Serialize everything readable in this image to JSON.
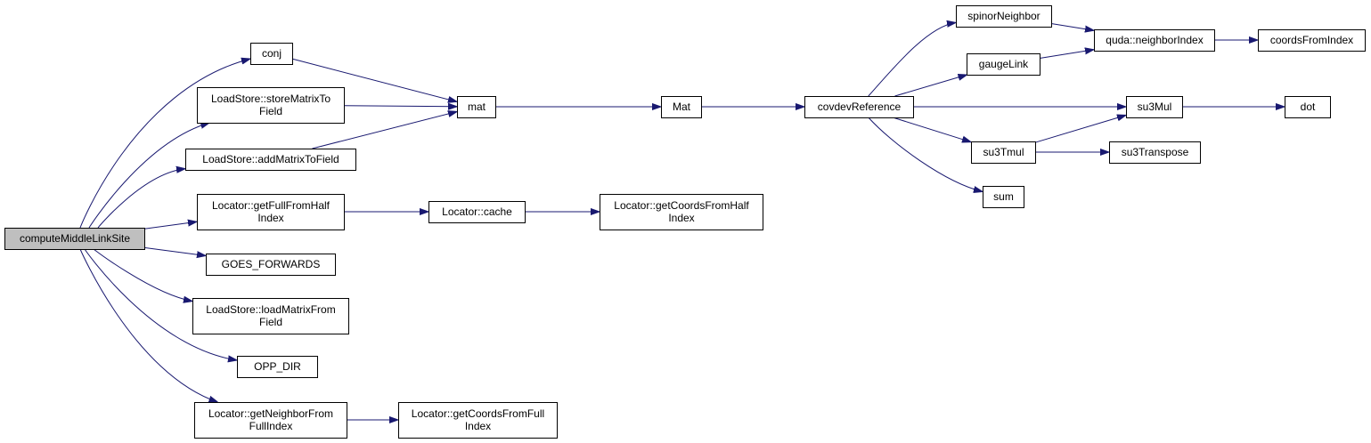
{
  "diagram": {
    "type": "call-graph",
    "colors": {
      "edge": "#191970",
      "root_fill": "#bfbfbf",
      "node_fill": "#ffffff",
      "node_border": "#000000"
    },
    "nodes": [
      {
        "id": "compute",
        "lines": [
          "computeMiddleLinkSite"
        ],
        "root": true
      },
      {
        "id": "conj",
        "lines": [
          "conj"
        ]
      },
      {
        "id": "storeMatrix",
        "lines": [
          "LoadStore::storeMatrixTo",
          "Field"
        ]
      },
      {
        "id": "addMatrix",
        "lines": [
          "LoadStore::addMatrixToField"
        ]
      },
      {
        "id": "getFullFromHalf",
        "lines": [
          "Locator::getFullFromHalf",
          "Index"
        ]
      },
      {
        "id": "goesForwards",
        "lines": [
          "GOES_FORWARDS"
        ]
      },
      {
        "id": "loadMatrix",
        "lines": [
          "LoadStore::loadMatrixFrom",
          "Field"
        ]
      },
      {
        "id": "oppDir",
        "lines": [
          "OPP_DIR"
        ]
      },
      {
        "id": "getNeighbor",
        "lines": [
          "Locator::getNeighborFrom",
          "FullIndex"
        ]
      },
      {
        "id": "mat",
        "lines": [
          "mat"
        ]
      },
      {
        "id": "cache",
        "lines": [
          "Locator::cache"
        ]
      },
      {
        "id": "coordsHalf",
        "lines": [
          "Locator::getCoordsFromHalf",
          "Index"
        ]
      },
      {
        "id": "coordsFull",
        "lines": [
          "Locator::getCoordsFromFull",
          "Index"
        ]
      },
      {
        "id": "Mat",
        "lines": [
          "Mat"
        ]
      },
      {
        "id": "covdev",
        "lines": [
          "covdevReference"
        ]
      },
      {
        "id": "spinorNeighbor",
        "lines": [
          "spinorNeighbor"
        ]
      },
      {
        "id": "gaugeLink",
        "lines": [
          "gaugeLink"
        ]
      },
      {
        "id": "su3Tmul",
        "lines": [
          "su3Tmul"
        ]
      },
      {
        "id": "sum",
        "lines": [
          "sum"
        ]
      },
      {
        "id": "neighborIndex",
        "lines": [
          "quda::neighborIndex"
        ]
      },
      {
        "id": "su3Mul",
        "lines": [
          "su3Mul"
        ]
      },
      {
        "id": "su3Transpose",
        "lines": [
          "su3Transpose"
        ]
      },
      {
        "id": "coordsFromIndex",
        "lines": [
          "coordsFromIndex"
        ]
      },
      {
        "id": "dot",
        "lines": [
          "dot"
        ]
      }
    ],
    "edges": [
      [
        "compute",
        "conj"
      ],
      [
        "compute",
        "storeMatrix"
      ],
      [
        "compute",
        "addMatrix"
      ],
      [
        "compute",
        "getFullFromHalf"
      ],
      [
        "compute",
        "goesForwards"
      ],
      [
        "compute",
        "loadMatrix"
      ],
      [
        "compute",
        "oppDir"
      ],
      [
        "compute",
        "getNeighbor"
      ],
      [
        "conj",
        "mat"
      ],
      [
        "storeMatrix",
        "mat"
      ],
      [
        "addMatrix",
        "mat"
      ],
      [
        "mat",
        "Mat"
      ],
      [
        "Mat",
        "covdev"
      ],
      [
        "covdev",
        "spinorNeighbor"
      ],
      [
        "covdev",
        "gaugeLink"
      ],
      [
        "covdev",
        "su3Mul"
      ],
      [
        "covdev",
        "su3Tmul"
      ],
      [
        "covdev",
        "sum"
      ],
      [
        "spinorNeighbor",
        "neighborIndex"
      ],
      [
        "gaugeLink",
        "neighborIndex"
      ],
      [
        "neighborIndex",
        "coordsFromIndex"
      ],
      [
        "su3Tmul",
        "su3Mul"
      ],
      [
        "su3Tmul",
        "su3Transpose"
      ],
      [
        "su3Mul",
        "dot"
      ],
      [
        "getFullFromHalf",
        "cache"
      ],
      [
        "cache",
        "coordsHalf"
      ],
      [
        "getNeighbor",
        "coordsFull"
      ]
    ]
  }
}
